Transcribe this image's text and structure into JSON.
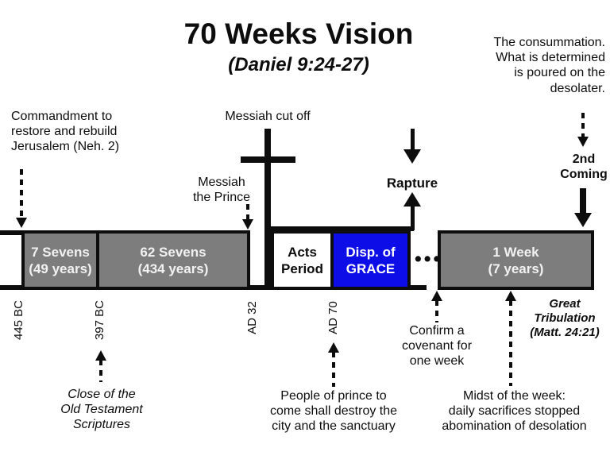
{
  "header": {
    "title": "70 Weeks Vision",
    "subtitle": "(Daniel 9:24-27)"
  },
  "annotations": {
    "commandment": "Commandment to\nrestore and rebuild\nJerusalem (Neh. 2)",
    "messiah_cut_off": "Messiah cut off",
    "messiah_the_prince": "Messiah\nthe Prince",
    "rapture": "Rapture",
    "consummation": "The consummation.\nWhat is determined\nis poured on the\ndesolater.",
    "second_coming": "2nd\nComing",
    "close_of_ot": "Close of the\nOld Testament\nScriptures",
    "people_of_prince": "People of prince to\ncome shall destroy the\ncity and the sanctuary",
    "confirm_covenant": "Confirm a\ncovenant for\none week",
    "midst_of_week": "Midst of the week:\ndaily sacrifices stopped\nabomination of desolation",
    "great_tribulation": "Great\nTribulation\n(Matt. 24:21)"
  },
  "timeline": {
    "segments": [
      {
        "title": "7 Sevens",
        "sub": "(49 years)",
        "fill": "gray"
      },
      {
        "title": "62 Sevens",
        "sub": "(434 years)",
        "fill": "gray"
      },
      {
        "title": "Acts",
        "sub": "Period",
        "fill": "white"
      },
      {
        "title": "Disp. of",
        "sub": "GRACE",
        "fill": "blue"
      },
      {
        "title": "1 Week",
        "sub": "(7 years)",
        "fill": "gray"
      }
    ],
    "ellipsis": "•••"
  },
  "date_labels": [
    "445 BC",
    "397 BC",
    "AD 32",
    "AD 70"
  ],
  "colors": {
    "segment_gray": "#7d7d7d",
    "segment_blue": "#0d0de8",
    "ink": "#0d0d0d",
    "segment_text_light": "#f2f2f2"
  }
}
